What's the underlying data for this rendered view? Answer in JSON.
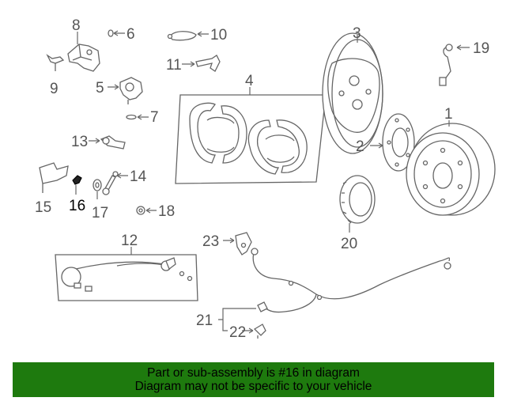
{
  "diagram": {
    "callouts": {
      "c1": "1",
      "c2": "2",
      "c3": "3",
      "c4": "4",
      "c5": "5",
      "c6": "6",
      "c7": "7",
      "c8": "8",
      "c9": "9",
      "c10": "10",
      "c11": "11",
      "c12": "12",
      "c13": "13",
      "c14": "14",
      "c15": "15",
      "c16": "16",
      "c17": "17",
      "c18": "18",
      "c19": "19",
      "c20": "20",
      "c21": "21",
      "c22": "22",
      "c23": "23"
    },
    "highlighted_part": "16"
  },
  "banner": {
    "line1": "Part or sub-assembly is #16 in diagram",
    "line2": "Diagram may not be specific to your vehicle",
    "background_color": "#1e7a0e"
  }
}
